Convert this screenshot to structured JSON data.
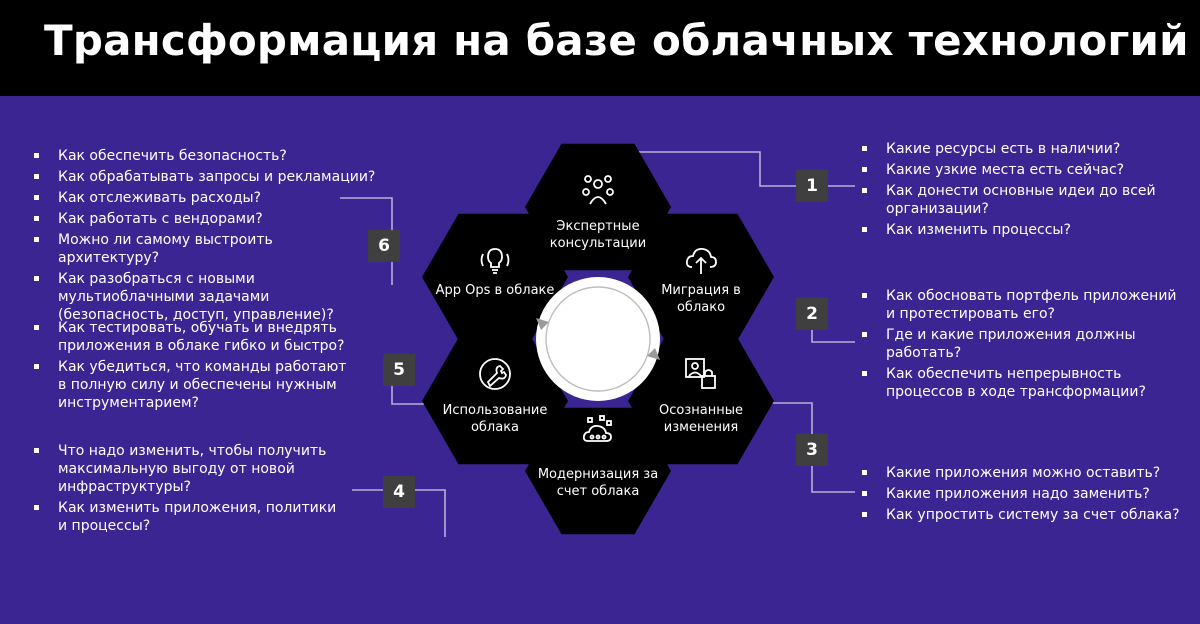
{
  "title": "Трансформация на базе облачных технологий",
  "colors": {
    "background": "#3a2592",
    "hexagon": "#000000",
    "connector": "#b8b0d8",
    "number_box": "#3f3f3f"
  },
  "stages": [
    {
      "number": "1",
      "label": "Экспертные консультации",
      "icon": "people-network-icon",
      "questions": [
        "Какие ресурсы есть в наличии?",
        "Какие узкие места есть сейчас?",
        "Как донести основные идеи до всей организации?",
        "Как изменить процессы?"
      ]
    },
    {
      "number": "2",
      "label": "Миграция в облако",
      "icon": "cloud-upload-icon",
      "questions": [
        "Как обосновать портфель приложений и протестировать его?",
        "Где и какие приложения должны работать?",
        "Как обеспечить непрерывность процессов в ходе трансформации?"
      ]
    },
    {
      "number": "3",
      "label": "Осознанные изменения",
      "icon": "user-lock-icon",
      "questions": [
        "Какие приложения можно оставить?",
        "Какие приложения надо заменить?",
        "Как упростить систему за счет облака?"
      ]
    },
    {
      "number": "4",
      "label": "Модернизация за счет облака",
      "icon": "cloud-network-icon",
      "questions": [
        "Что надо изменить, чтобы получить максимальную выгоду от новой инфраструктуры?",
        "Как изменить приложения, политики и процессы?"
      ]
    },
    {
      "number": "5",
      "label": "Использование облака",
      "icon": "wrench-gear-icon",
      "questions": [
        "Как тестировать, обучать и внедрять приложения в облаке гибко и быстро?",
        "Как убедиться, что команды работают в полную силу и обеспечены нужным инструментарием?"
      ]
    },
    {
      "number": "6",
      "label": "App Ops в облаке",
      "icon": "lightbulb-cycle-icon",
      "questions": [
        "Как обеспечить безопасность?",
        "Как обрабатывать запросы и рекламации?",
        "Как отслеживать расходы?",
        "Как работать с вендорами?",
        "Можно ли самому выстроить архитектуру?",
        "Как разобраться с новыми мультиоблачными задачами (безопасность, доступ, управление)?"
      ]
    }
  ]
}
